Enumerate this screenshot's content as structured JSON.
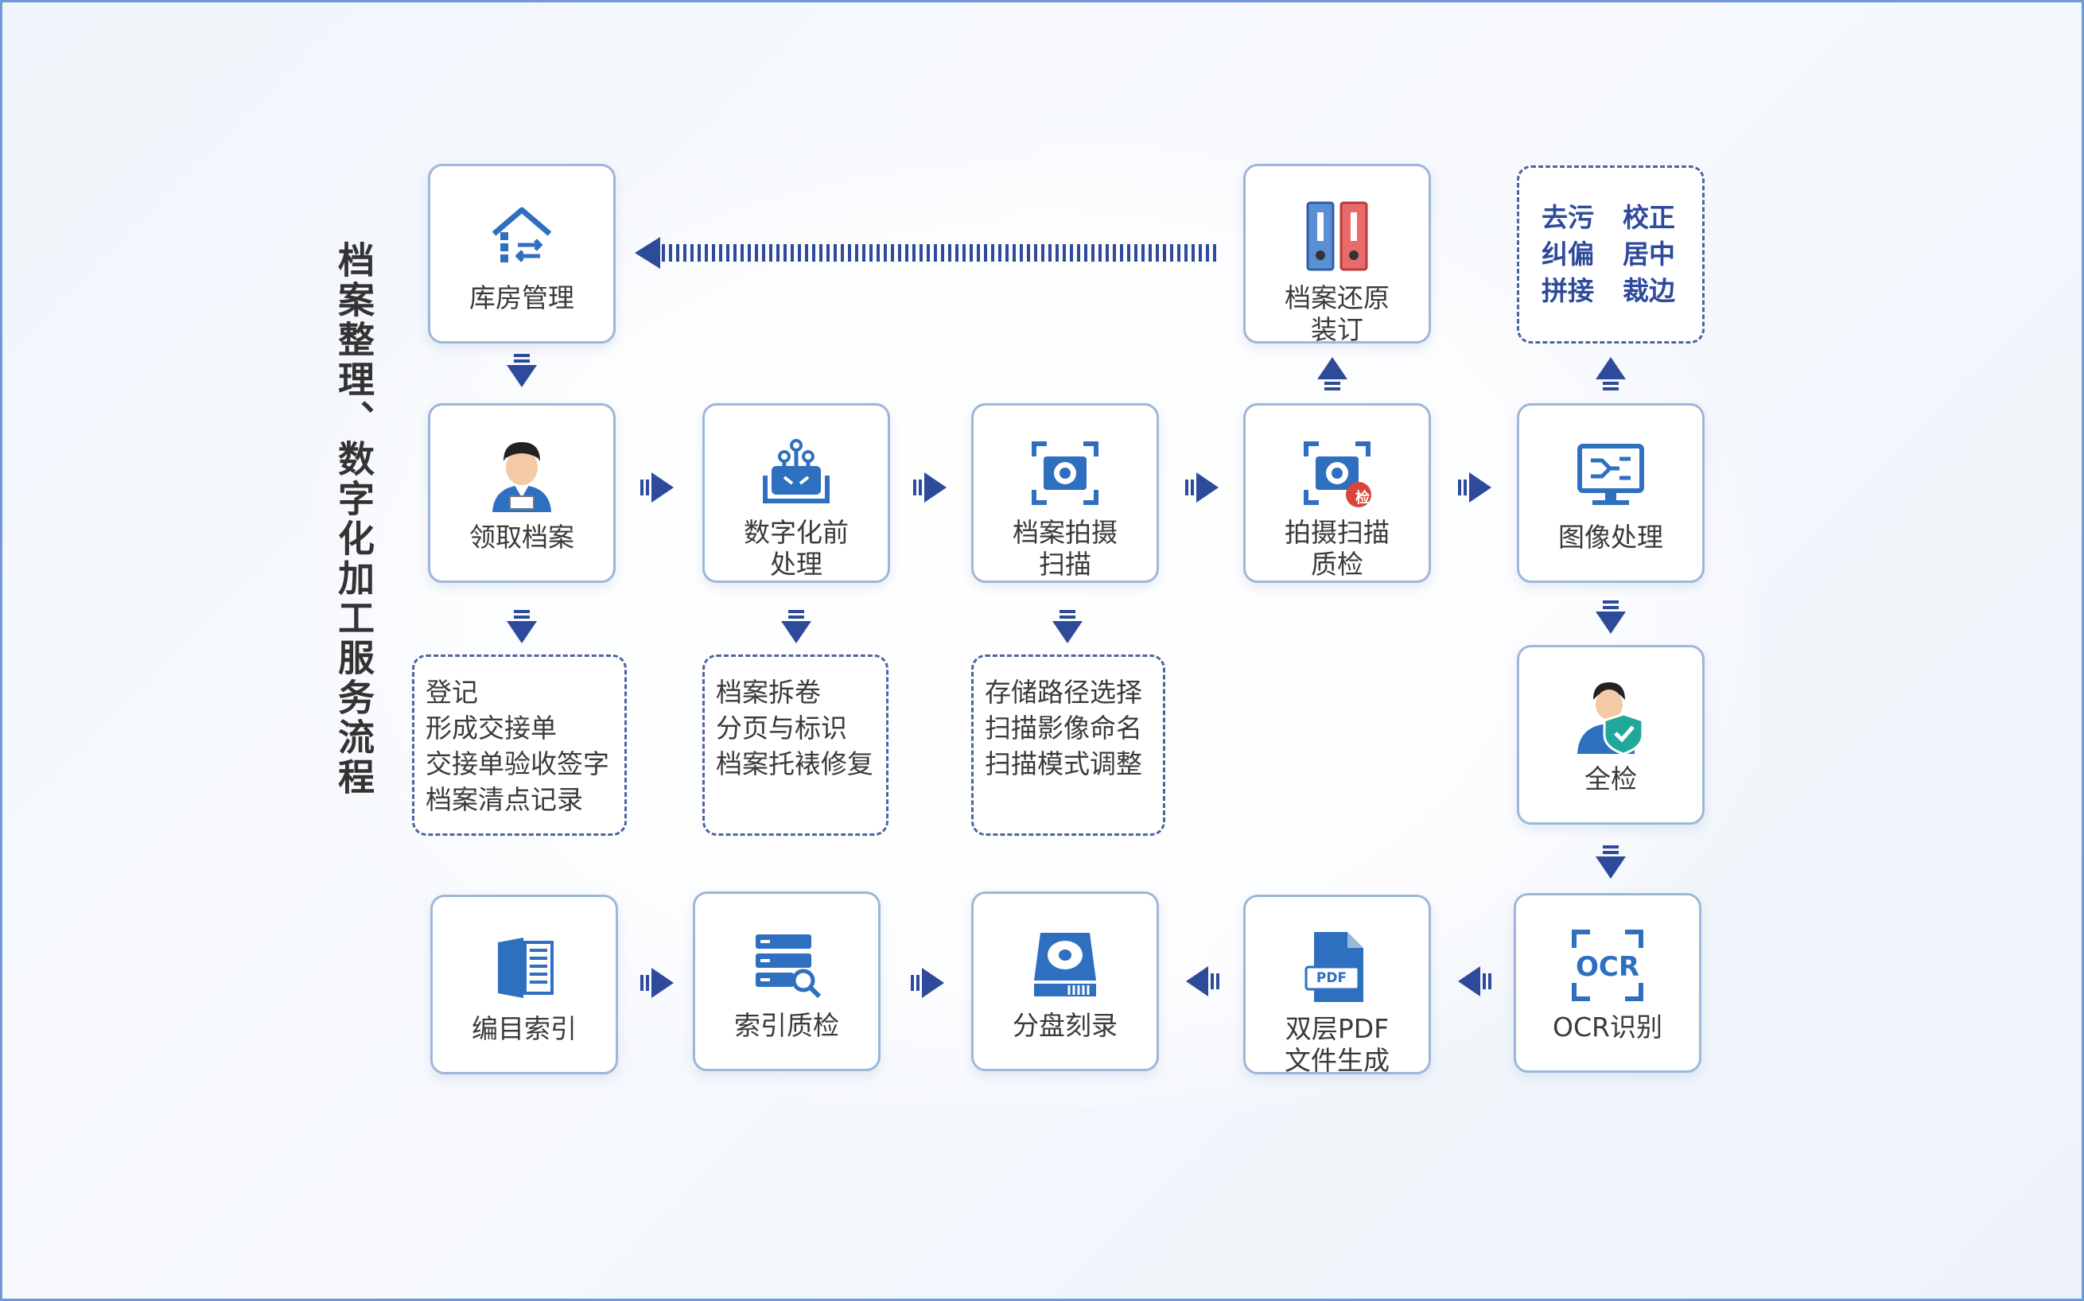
{
  "title": "档案整理、数字化加工服务流程",
  "steps": {
    "warehouse": "库房管理",
    "binding": "档案还原\n装订",
    "receive": "领取档案",
    "preprocess": "数字化前\n处理",
    "scan": "档案拍摄\n扫描",
    "qc": "拍摄扫描\n质检",
    "qc_badge": "检",
    "image": "图像处理",
    "fullcheck": "全检",
    "ocr": "OCR识别",
    "ocr_icon": "OCR",
    "pdf": "双层PDF\n文件生成",
    "pdf_icon": "PDF",
    "burn": "分盘刻录",
    "indexqc": "索引质检",
    "catalog": "编目索引"
  },
  "notes": {
    "image_ops": [
      "去污",
      "校正",
      "纠偏",
      "居中",
      "拼接",
      "裁边"
    ],
    "receive_ops": [
      "登记",
      "形成交接单",
      "交接单验收签字",
      "档案清点记录"
    ],
    "preprocess_ops": [
      "档案拆卷",
      "分页与标识",
      "档案托裱修复"
    ],
    "scan_ops": [
      "存储路径选择",
      "扫描影像命名",
      "扫描模式调整"
    ]
  },
  "colors": {
    "arrow": "#2e4a9a",
    "box_border": "#9db7d9",
    "icon_blue": "#2f6fc0",
    "icon_red": "#d9453d"
  }
}
